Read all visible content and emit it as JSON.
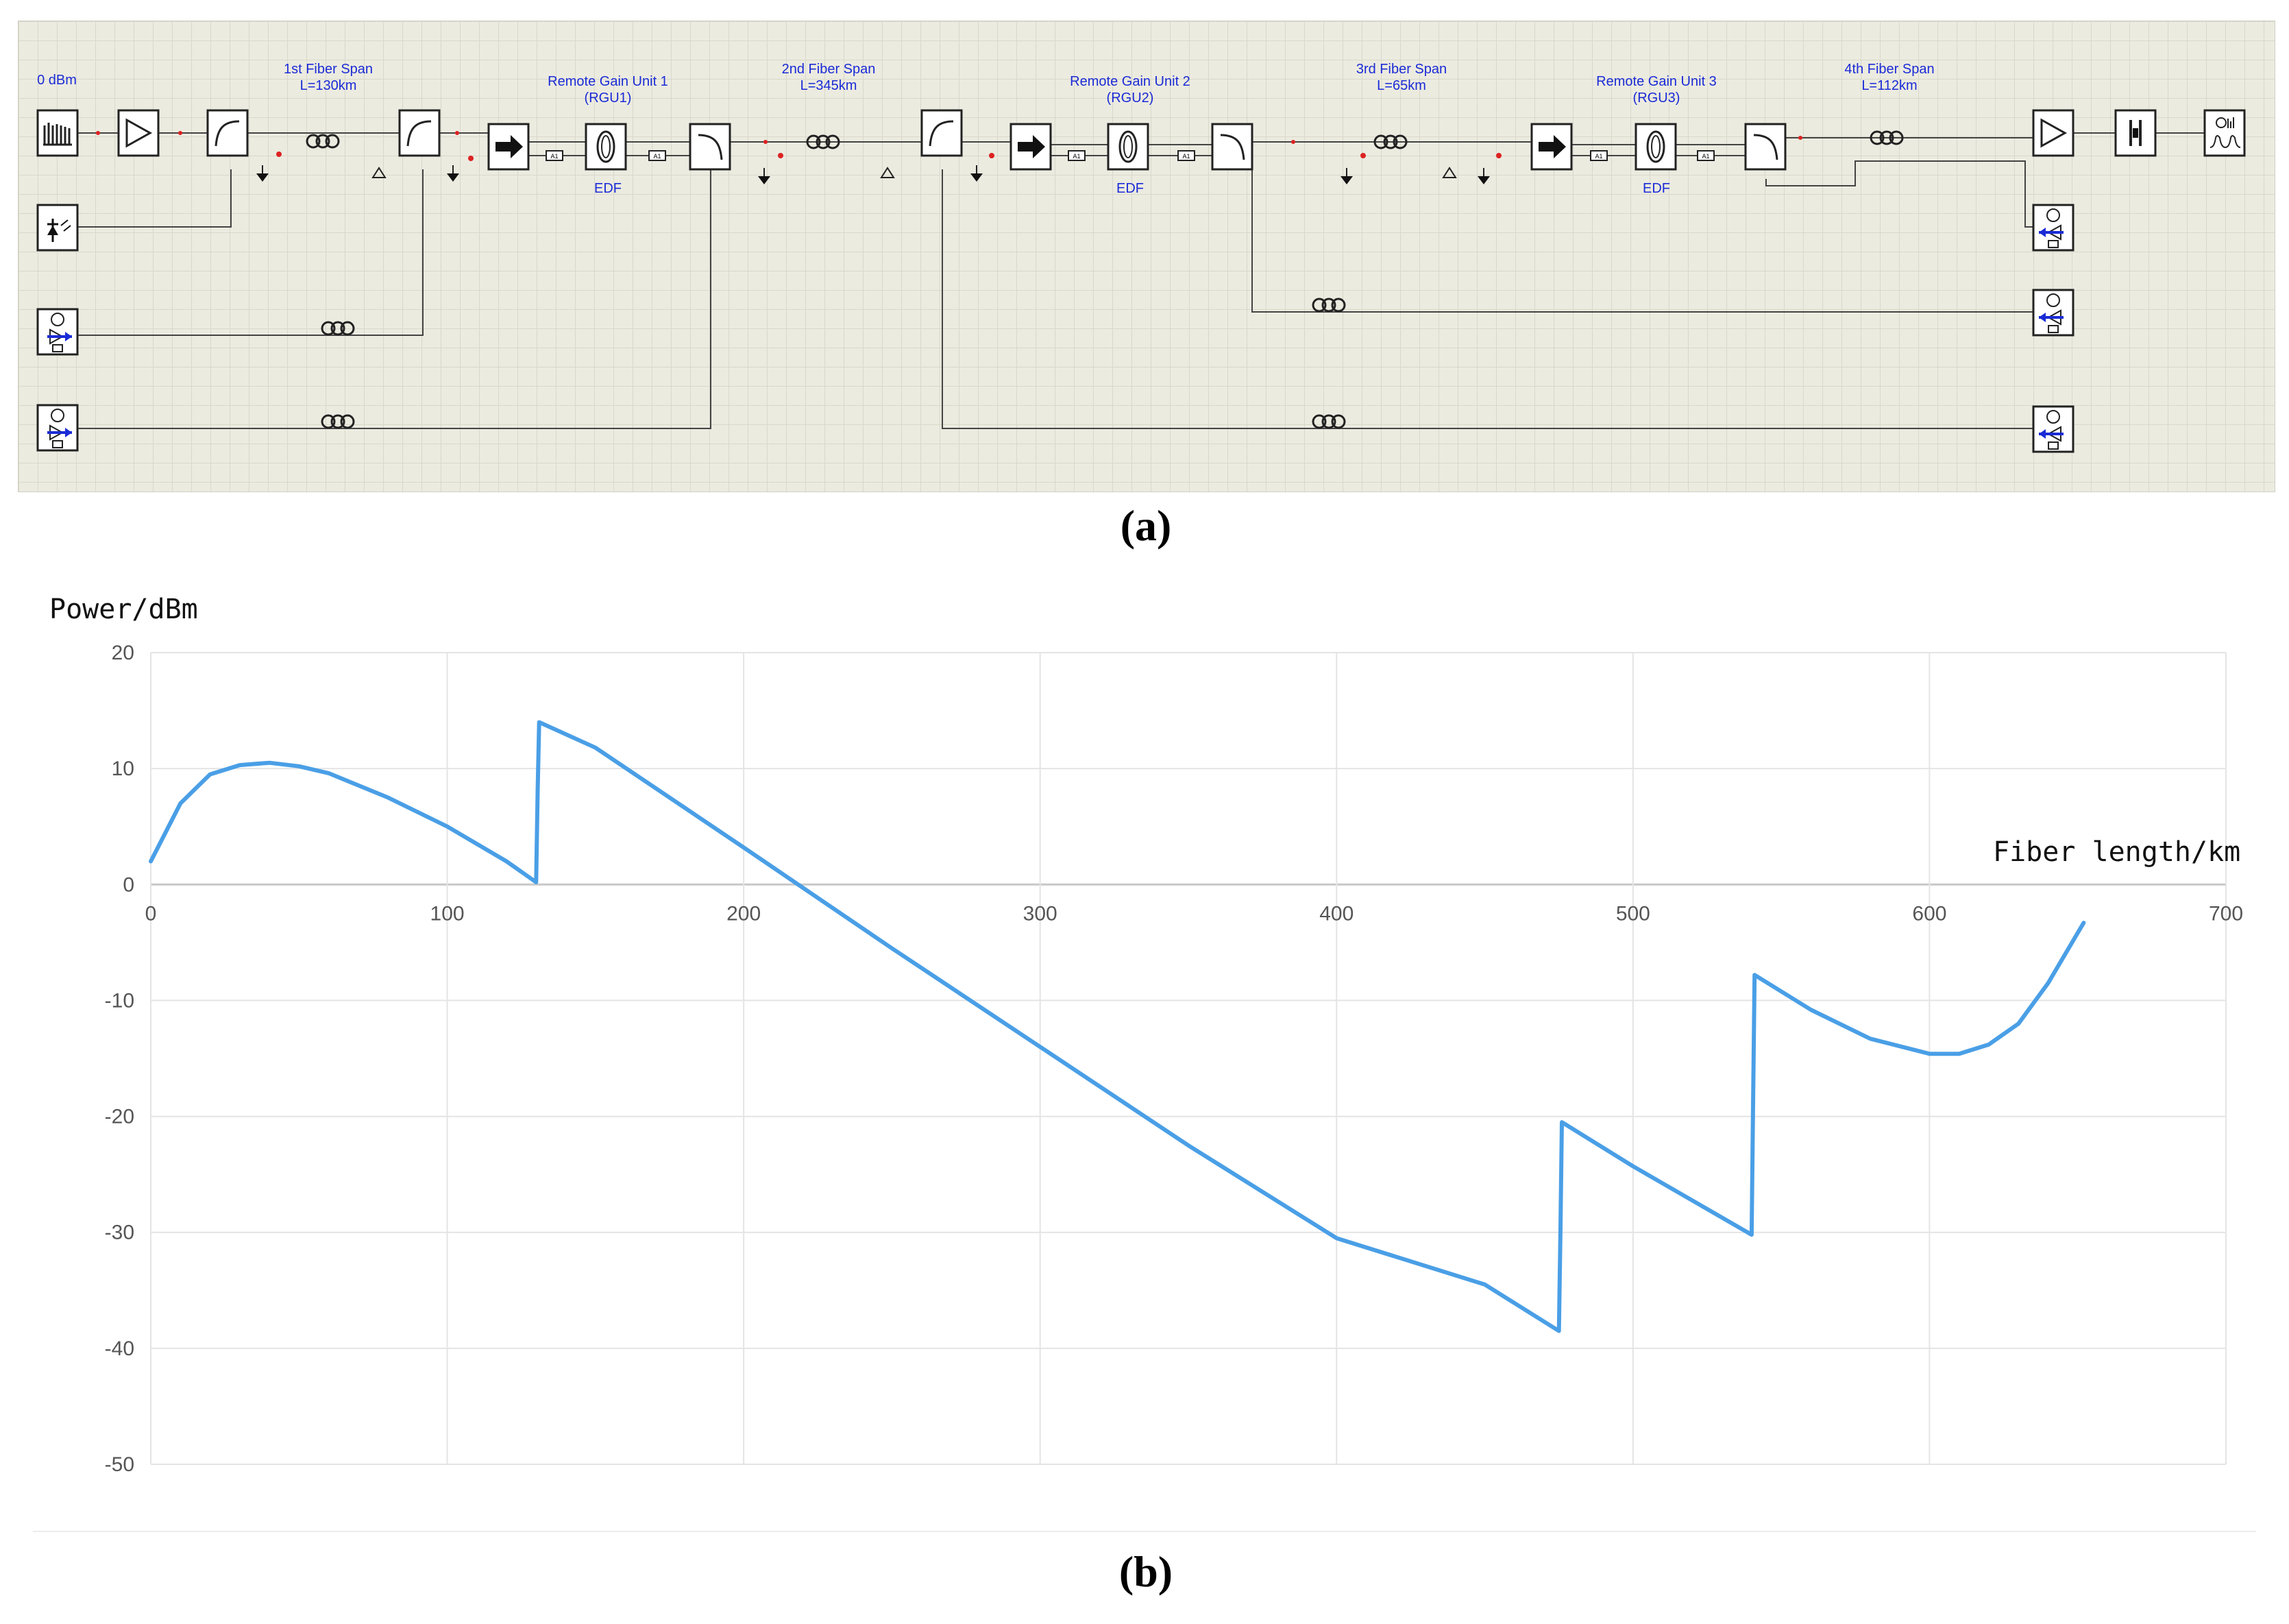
{
  "schematic": {
    "input_label": "0 dBm",
    "spans": [
      {
        "title": "1st Fiber Span",
        "length": "L=130km"
      },
      {
        "title": "2nd Fiber Span",
        "length": "L=345km"
      },
      {
        "title": "3rd Fiber Span",
        "length": "L=65km"
      },
      {
        "title": "4th Fiber Span",
        "length": "L=112km"
      }
    ],
    "rgus": [
      {
        "title": "Remote Gain Unit 1",
        "code": "(RGU1)",
        "fiber": "EDF"
      },
      {
        "title": "Remote Gain Unit 2",
        "code": "(RGU2)",
        "fiber": "EDF"
      },
      {
        "title": "Remote Gain Unit 3",
        "code": "(RGU3)",
        "fiber": "EDF"
      }
    ]
  },
  "captions": {
    "a": "(a)",
    "b": "(b)"
  },
  "chart_data": {
    "type": "line",
    "ylabel": "Power/dBm",
    "xlabel": "Fiber length/km",
    "xlim": [
      0,
      700
    ],
    "ylim": [
      -50,
      20
    ],
    "xticks": [
      0,
      100,
      200,
      300,
      400,
      500,
      600,
      700
    ],
    "yticks": [
      20,
      10,
      0,
      -10,
      -20,
      -30,
      -40,
      -50
    ],
    "grid": true,
    "series": [
      {
        "color": "#4a9fe6",
        "x": [
          0,
          10,
          20,
          30,
          40,
          50,
          60,
          80,
          100,
          120,
          130,
          130.5,
          131,
          150,
          200,
          250,
          300,
          350,
          400,
          450,
          475,
          475.5,
          476,
          500,
          540,
          540.5,
          541,
          560,
          580,
          600,
          610,
          620,
          630,
          640,
          652
        ],
        "y": [
          2,
          7,
          9.5,
          10.3,
          10.5,
          10.2,
          9.6,
          7.5,
          5,
          2,
          0.2,
          8,
          14,
          11.8,
          3.2,
          -5.5,
          -14,
          -22.5,
          -30.5,
          -34.5,
          -38.5,
          -30,
          -20.5,
          -24.3,
          -30.2,
          -19,
          -7.8,
          -10.8,
          -13.3,
          -14.6,
          -14.6,
          -13.8,
          -12,
          -8.5,
          -3.3
        ]
      }
    ]
  }
}
